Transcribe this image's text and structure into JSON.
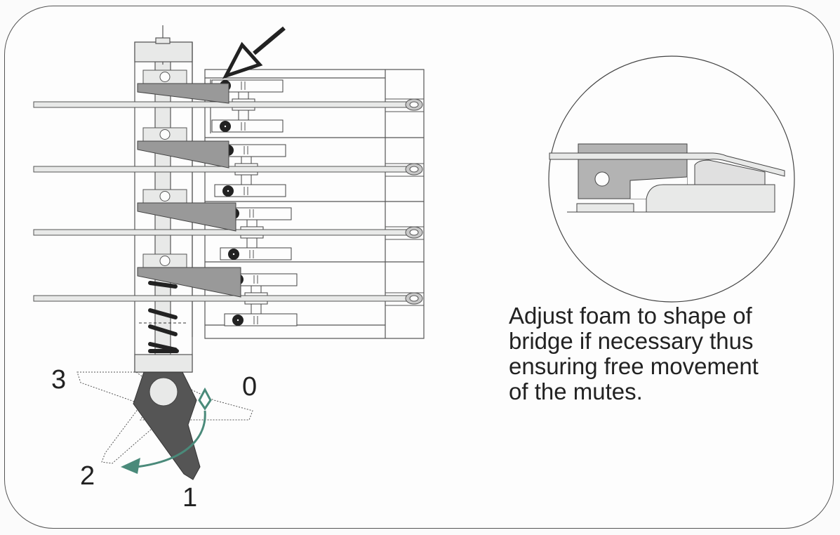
{
  "figure": {
    "type": "technical-illustration",
    "subject": "string mute mechanism with lever and detail view of bridge",
    "caption_lines": [
      "Adjust foam to shape of",
      "bridge if necessary thus",
      "ensuring free movement",
      "of the mutes."
    ],
    "lever_positions": [
      "0",
      "1",
      "2",
      "3"
    ],
    "string_count": 4,
    "colors": {
      "outline": "#333333",
      "mute_fill": "#999999",
      "lever_fill": "#555555",
      "light_fill": "#e8e9e8",
      "detail_dark": "#b3b3b3",
      "rotation_arrow": "#4a8a7a",
      "pointer_arrow": "#222222"
    },
    "icons": {
      "pointer": "hollow-arrow-icon",
      "rotation": "curved-arrow-icon"
    }
  }
}
